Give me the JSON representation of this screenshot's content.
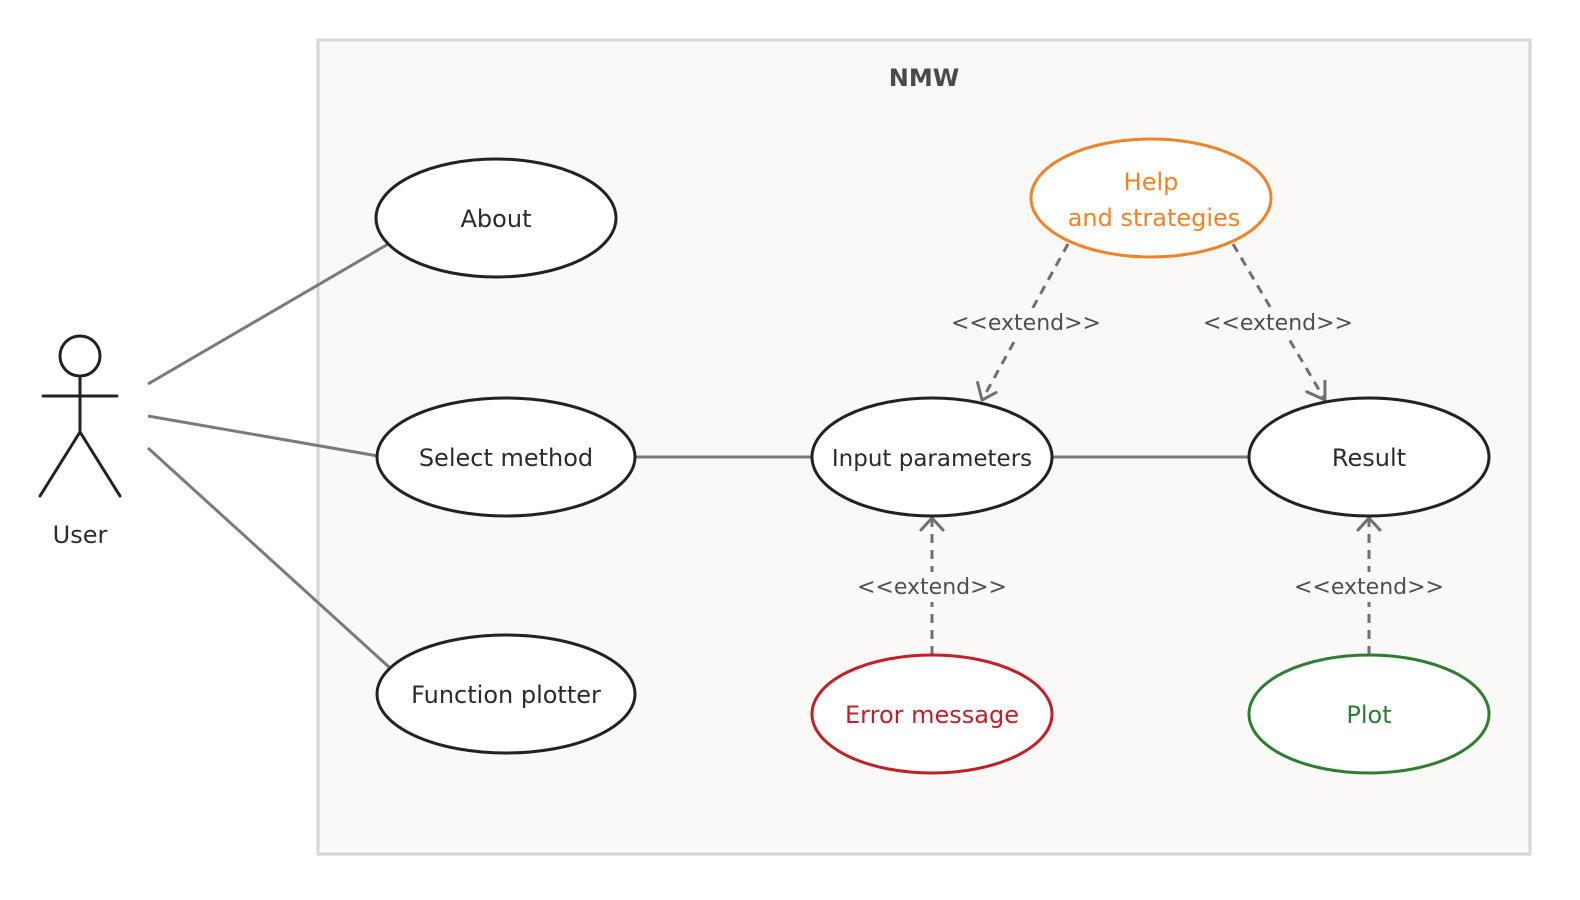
{
  "system": {
    "title": "NMW"
  },
  "actor": {
    "label": "User"
  },
  "use_cases": {
    "about": {
      "label": "About"
    },
    "select_method": {
      "label": "Select method"
    },
    "function_plotter": {
      "label": "Function plotter"
    },
    "input_parameters": {
      "label": "Input parameters"
    },
    "result": {
      "label": "Result"
    },
    "help": {
      "label_line1": "Help",
      "label_line2": "and strategies",
      "color": "#f08228"
    },
    "error_message": {
      "label": "Error message",
      "color": "#c0202a"
    },
    "plot": {
      "label": "Plot",
      "color": "#2e7d32"
    }
  },
  "relations": {
    "extend_label": "<<extend>>"
  }
}
